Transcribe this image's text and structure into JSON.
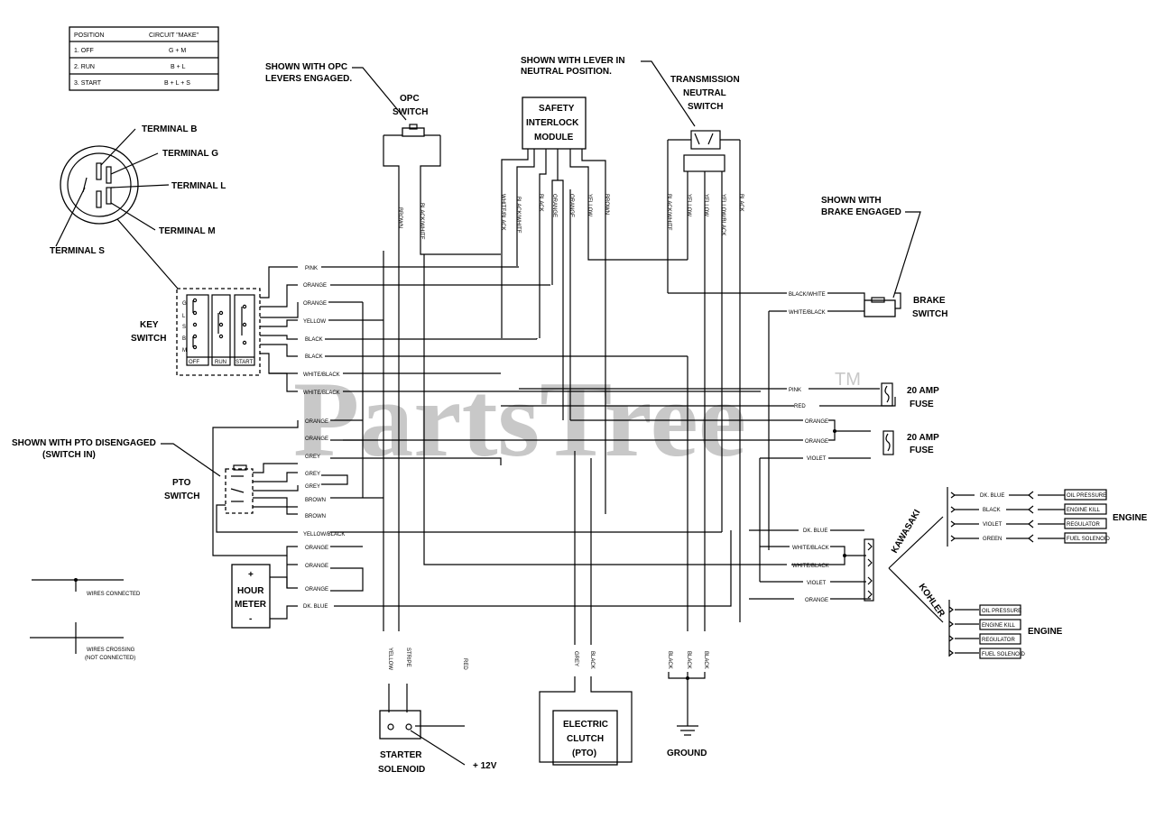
{
  "watermark": {
    "brand": "PartsTree",
    "tm": "TM"
  },
  "key_table": {
    "headers": [
      "POSITION",
      "CIRCUIT \"MAKE\""
    ],
    "rows": [
      [
        "1. OFF",
        "G + M"
      ],
      [
        "2. RUN",
        "B + L"
      ],
      [
        "3. START",
        "B + L + S"
      ]
    ]
  },
  "terminals": {
    "b": "TERMINAL B",
    "g": "TERMINAL G",
    "l": "TERMINAL L",
    "m": "TERMINAL M",
    "s": "TERMINAL S"
  },
  "key_switch": {
    "label_line1": "KEY",
    "label_line2": "SWITCH",
    "pins": [
      "G",
      "L",
      "S",
      "B",
      "M"
    ],
    "positions": [
      "OFF",
      "RUN",
      "START"
    ]
  },
  "opc": {
    "note_line1": "SHOWN WITH OPC",
    "note_line2": "LEVERS ENGAGED.",
    "label_line1": "OPC",
    "label_line2": "SWITCH",
    "wires": [
      "BROWN",
      "BLACK/WHITE"
    ]
  },
  "sim": {
    "label_line1": "SAFETY",
    "label_line2": "INTERLOCK",
    "label_line3": "MODULE",
    "wires": [
      "WHITE/BLACK",
      "BLACK/WHITE",
      "BLACK",
      "ORANGE",
      "ORANGE",
      "YELLOW",
      "BROWN"
    ]
  },
  "tns": {
    "note_line1": "SHOWN WITH LEVER IN",
    "note_line2": "NEUTRAL POSITION.",
    "label_line1": "TRANSMISSION",
    "label_line2": "NEUTRAL",
    "label_line3": "SWITCH",
    "wires": [
      "BLACK/WHITE",
      "YELLOW",
      "YELLOW",
      "YELLOW/BLACK",
      "BLACK"
    ]
  },
  "brake": {
    "note_line1": "SHOWN WITH",
    "note_line2": "BRAKE ENGAGED",
    "label_line1": "BRAKE",
    "label_line2": "SWITCH",
    "wires": [
      "BLACK/WHITE",
      "WHITE/BLACK"
    ]
  },
  "key_wires": [
    "PINK",
    "ORANGE",
    "ORANGE",
    "YELLOW",
    "BLACK",
    "BLACK",
    "WHITE/BLACK",
    "WHITE/BLACK"
  ],
  "fuse1": {
    "label_line1": "20 AMP",
    "label_line2": "FUSE",
    "wires": [
      "PINK",
      "RED"
    ]
  },
  "fuse2": {
    "label_line1": "20 AMP",
    "label_line2": "FUSE",
    "wires": [
      "ORANGE",
      "ORANGE",
      "VIOLET"
    ]
  },
  "pto": {
    "note_line1": "SHOWN WITH PTO DISENGAGED",
    "note_line2": "(SWITCH IN)",
    "label_line1": "PTO",
    "label_line2": "SWITCH",
    "wires": [
      "ORANGE",
      "ORANGE",
      "GREY",
      "GREY",
      "GREY",
      "BROWN",
      "BROWN",
      "YELLOW/BLACK",
      "ORANGE",
      "ORANGE",
      "ORANGE",
      "DK. BLUE"
    ]
  },
  "hour_meter": {
    "plus": "+",
    "label_line1": "HOUR",
    "label_line2": "METER",
    "minus": "-"
  },
  "legend": {
    "connected": "WIRES CONNECTED",
    "crossing_line1": "WIRES CROSSING",
    "crossing_line2": "(NOT CONNECTED)"
  },
  "engine_wires": [
    "DK. BLUE",
    "WHITE/BLACK",
    "WHITE/BLACK",
    "VIOLET",
    "ORANGE"
  ],
  "kawasaki": {
    "label": "KAWASAKI",
    "engine": "ENGINE",
    "wires": [
      "DK. BLUE",
      "BLACK",
      "VIOLET",
      "GREEN"
    ],
    "items": [
      "OIL PRESSURE",
      "ENGINE KILL",
      "REGULATOR",
      "FUEL SOLENOID"
    ]
  },
  "kohler": {
    "label": "KOHLER",
    "engine": "ENGINE",
    "items": [
      "OIL PRESSURE",
      "ENGINE KILL",
      "REGULATOR",
      "FUEL SOLENOID"
    ]
  },
  "starter": {
    "label_line1": "STARTER",
    "label_line2": "SOLENOID",
    "wires": [
      "YELLOW",
      "STRIPE"
    ],
    "red": "RED",
    "plus12": "+ 12V"
  },
  "clutch": {
    "label_line1": "ELECTRIC",
    "label_line2": "CLUTCH",
    "label_line3": "(PTO)",
    "wires": [
      "GREY",
      "BLACK"
    ]
  },
  "ground": {
    "label": "GROUND",
    "wires": [
      "BLACK",
      "BLACK",
      "BLACK"
    ]
  }
}
